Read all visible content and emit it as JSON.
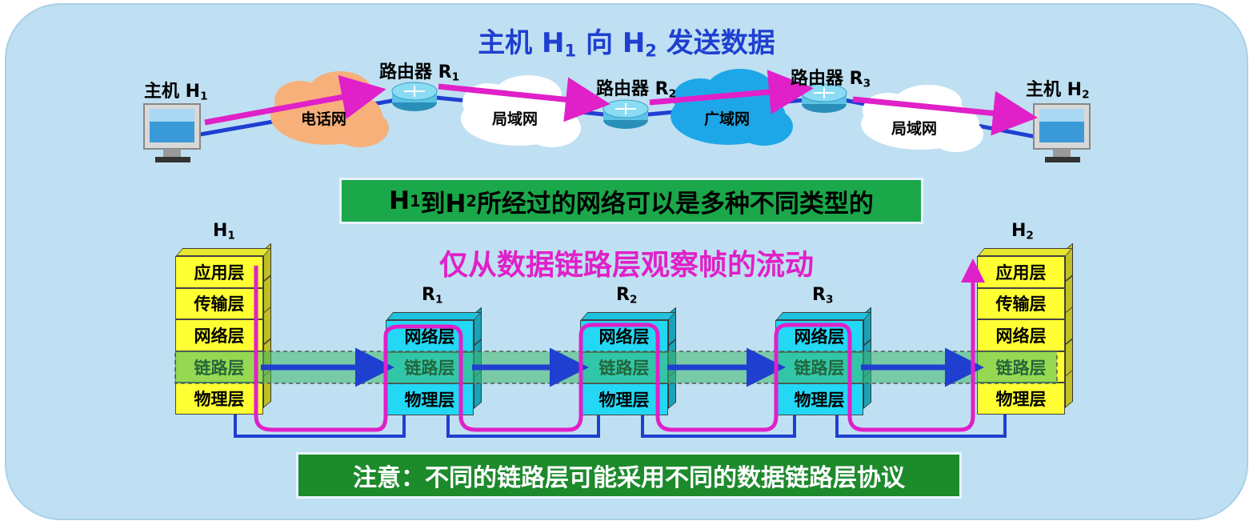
{
  "title": {
    "prefix": "主机 H",
    "sub1": "1",
    "mid": " 向 H",
    "sub2": "2",
    "suffix": " 发送数据"
  },
  "network": {
    "host1": {
      "text": "主机 H",
      "sub": "1"
    },
    "host2": {
      "text": "主机 H",
      "sub": "2"
    },
    "router1": {
      "text": "路由器 R",
      "sub": "1"
    },
    "router2": {
      "text": "路由器 R",
      "sub": "2"
    },
    "router3": {
      "text": "路由器 R",
      "sub": "3"
    },
    "cloud_phone": "电话网",
    "cloud_lan1": "局域网",
    "cloud_wan": "广域网",
    "cloud_lan2": "局域网"
  },
  "note1": {
    "h1": "H",
    "s1": "1",
    "mid": " 到H",
    "s2": "2",
    "rest": " 所经过的网络可以是多种不同类型的"
  },
  "subtitle": "仅从数据链路层观察帧的流动",
  "stacks": {
    "h1": {
      "label": "H",
      "sub": "1",
      "layers": [
        "应用层",
        "传输层",
        "网络层",
        "链路层",
        "物理层"
      ]
    },
    "r1": {
      "label": "R",
      "sub": "1",
      "layers": [
        "网络层",
        "链路层",
        "物理层"
      ]
    },
    "r2": {
      "label": "R",
      "sub": "2",
      "layers": [
        "网络层",
        "链路层",
        "物理层"
      ]
    },
    "r3": {
      "label": "R",
      "sub": "3",
      "layers": [
        "网络层",
        "链路层",
        "物理层"
      ]
    },
    "h2": {
      "label": "H",
      "sub": "2",
      "layers": [
        "应用层",
        "传输层",
        "网络层",
        "链路层",
        "物理层"
      ]
    }
  },
  "note2": "注意：不同的链路层可能采用不同的数据链路层协议",
  "colors": {
    "background": "#bfe0f2",
    "host_stack": "#ffff33",
    "router_stack": "#22d8f5",
    "link_line": "#1f3fd0",
    "flow": "#e020c8",
    "highlight_band": "#3fb86a"
  }
}
